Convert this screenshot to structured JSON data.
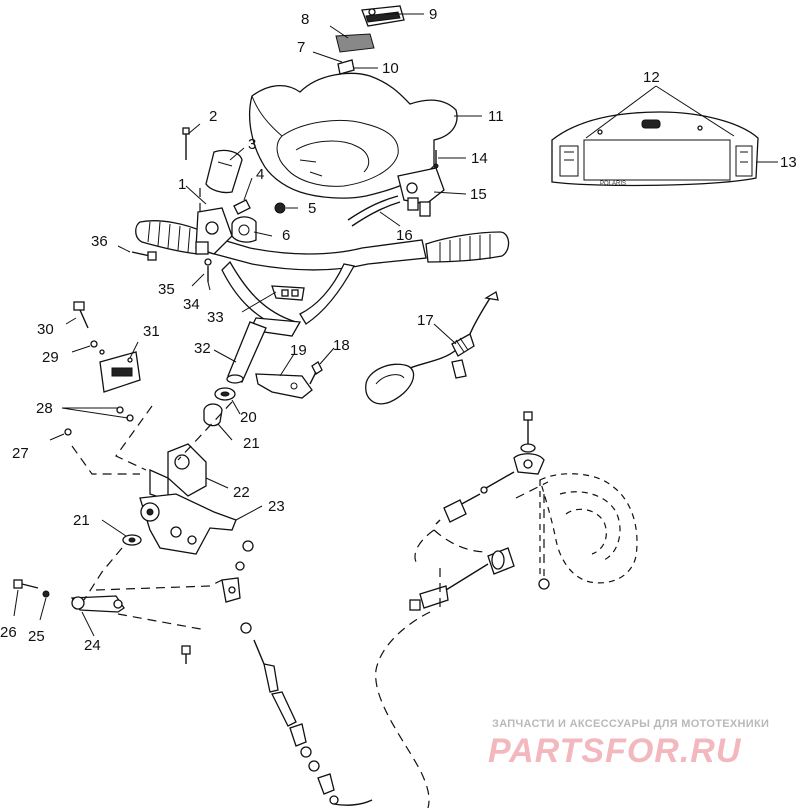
{
  "callouts": {
    "c1": "1",
    "c2": "2",
    "c3": "3",
    "c4": "4",
    "c5": "5",
    "c6": "6",
    "c7": "7",
    "c8": "8",
    "c9": "9",
    "c10": "10",
    "c11": "11",
    "c12": "12",
    "c13": "13",
    "c14": "14",
    "c15": "15",
    "c16": "16",
    "c17": "17",
    "c18": "18",
    "c19": "19",
    "c20": "20",
    "c21a": "21",
    "c21b": "21",
    "c22": "22",
    "c23": "23",
    "c24": "24",
    "c25": "25",
    "c26": "26",
    "c27": "27",
    "c28": "28",
    "c29": "29",
    "c30": "30",
    "c31": "31",
    "c32": "32",
    "c33": "33",
    "c34": "34",
    "c35": "35",
    "c36": "36"
  },
  "instrument_panel": {
    "brand": "POLARIS"
  },
  "watermark": {
    "tagline": "ЗАПЧАСТИ И АКСЕССУАРЫ ДЛЯ МОТОТЕХНИКИ",
    "logo": "PARTSFOR.RU"
  },
  "colors": {
    "line": "#111111",
    "watermark_text": "#b9b9b9",
    "watermark_logo": "#f2b8bd"
  }
}
